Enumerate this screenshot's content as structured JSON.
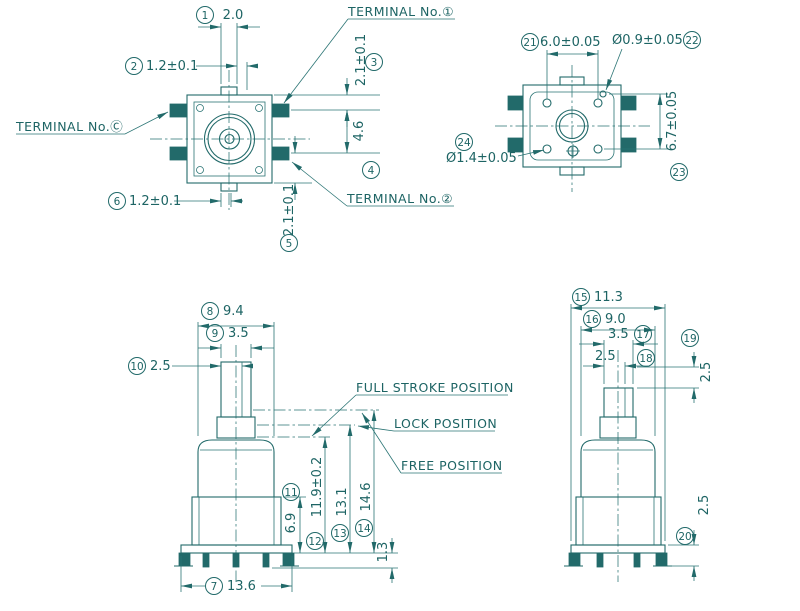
{
  "meta": {
    "line_color": "#226a6a",
    "text_color": "#1d6464",
    "background": "#ffffff"
  },
  "refs": {
    "r1": "1",
    "r2": "2",
    "r3": "3",
    "r4": "4",
    "r5": "5",
    "r6": "6",
    "r7": "7",
    "r8": "8",
    "r9": "9",
    "r10": "10",
    "r11": "11",
    "r12": "12",
    "r13": "13",
    "r14": "14",
    "r15": "15",
    "r16": "16",
    "r17": "17",
    "r18": "18",
    "r19": "19",
    "r20": "20",
    "r21": "21",
    "r22": "22",
    "r23": "23",
    "r24": "24"
  },
  "labels": {
    "terminal_no1": "TERMINAL No.①",
    "terminal_noc": "TERMINAL No.Ⓒ",
    "terminal_no2": "TERMINAL No.②",
    "full_stroke": "FULL STROKE POSITION",
    "lock": "LOCK POSITION",
    "free": "FREE POSITION"
  },
  "dims": {
    "d1": "2.0",
    "d2": "1.2±0.1",
    "d3": "2.1±0.1",
    "d4_6": "4.6",
    "d5": "2.1±0.1",
    "d6": "1.2±0.1",
    "d7": "13.6",
    "d8": "9.4",
    "d9": "3.5",
    "d10": "2.5",
    "d11": "6.9",
    "d12": "11.9±0.2",
    "d13": "13.1",
    "d14": "14.6",
    "d_pin": "1.3",
    "d15": "11.3",
    "d16": "9.0",
    "d17": "3.5",
    "d18": "2.5",
    "d19": "2.5",
    "d20": "2.5",
    "d21": "6.0±0.05",
    "d22": "Ø0.9±0.05",
    "d23": "6.7±0.05",
    "d24": "Ø1.4±0.05"
  }
}
